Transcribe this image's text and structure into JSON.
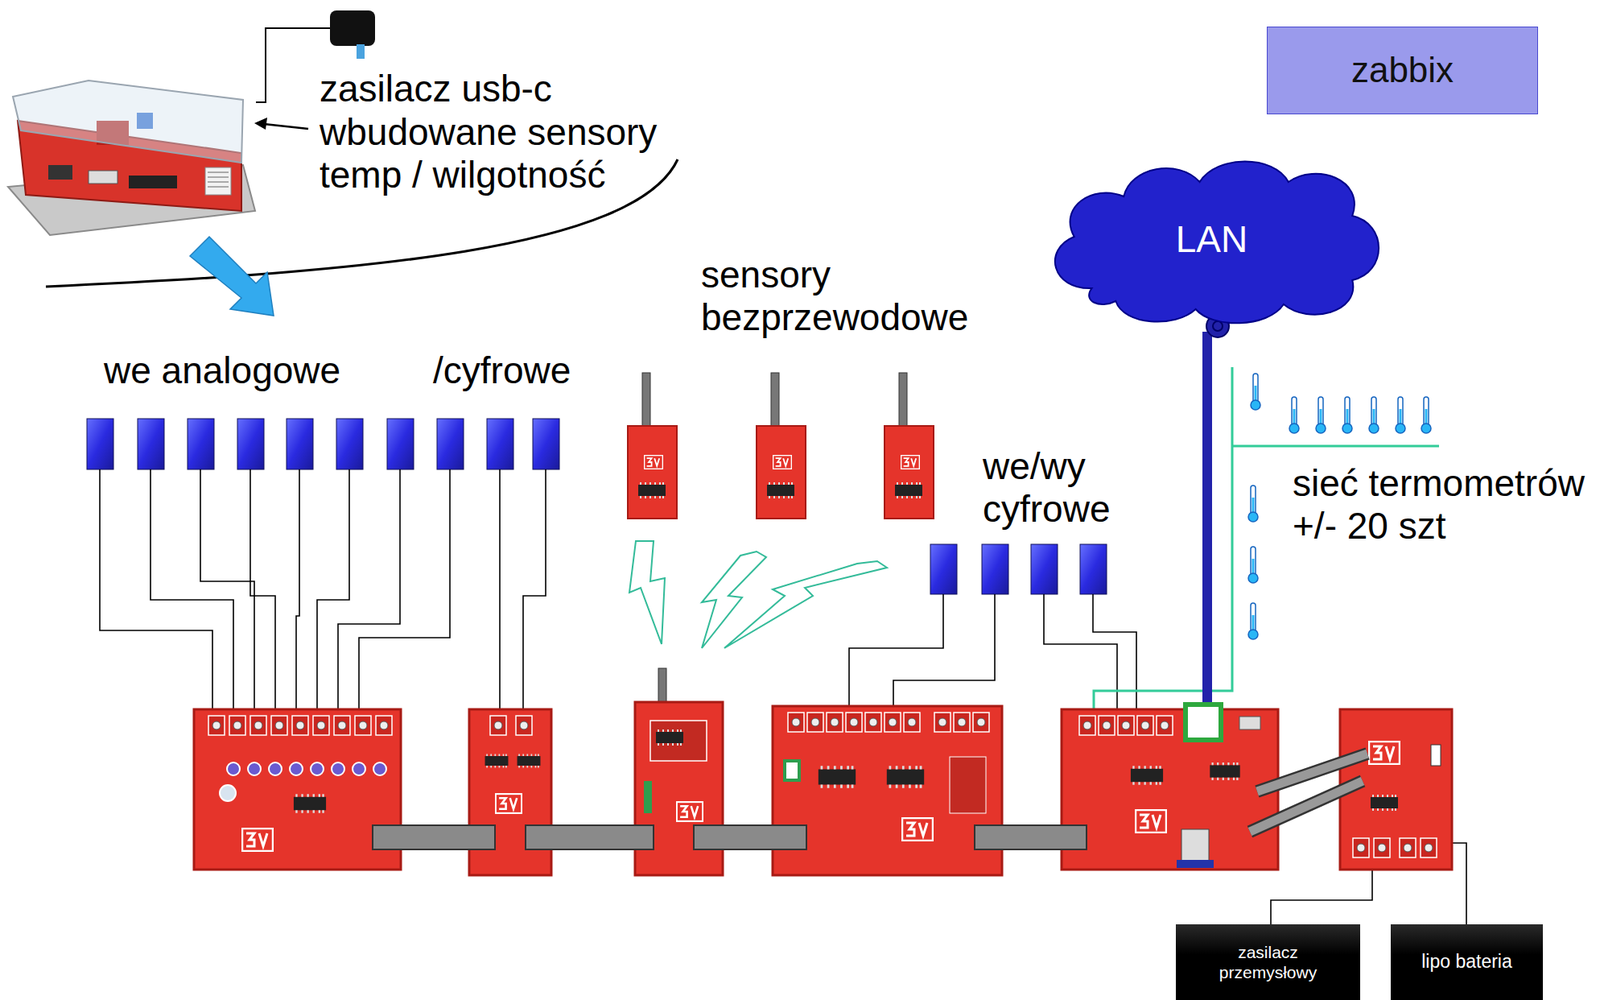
{
  "diagram": {
    "nodes": [
      {
        "text": [
          "zabbix"
        ]
      },
      {
        "text": [
          "LAN"
        ]
      },
      {
        "text": [
          "zasilacz przemysłowy"
        ]
      },
      {
        "text": [
          "lipo bateria"
        ]
      }
    ],
    "labels": [
      "zasilacz usb-c",
      "wbudowane sensory",
      "temp / wilgotność",
      "we analogowe",
      "/cyfrowe",
      "sensory bezprzewodowe",
      "we/wy cyfrowe",
      "sieć termometrów",
      "+/- 20 szt"
    ]
  }
}
